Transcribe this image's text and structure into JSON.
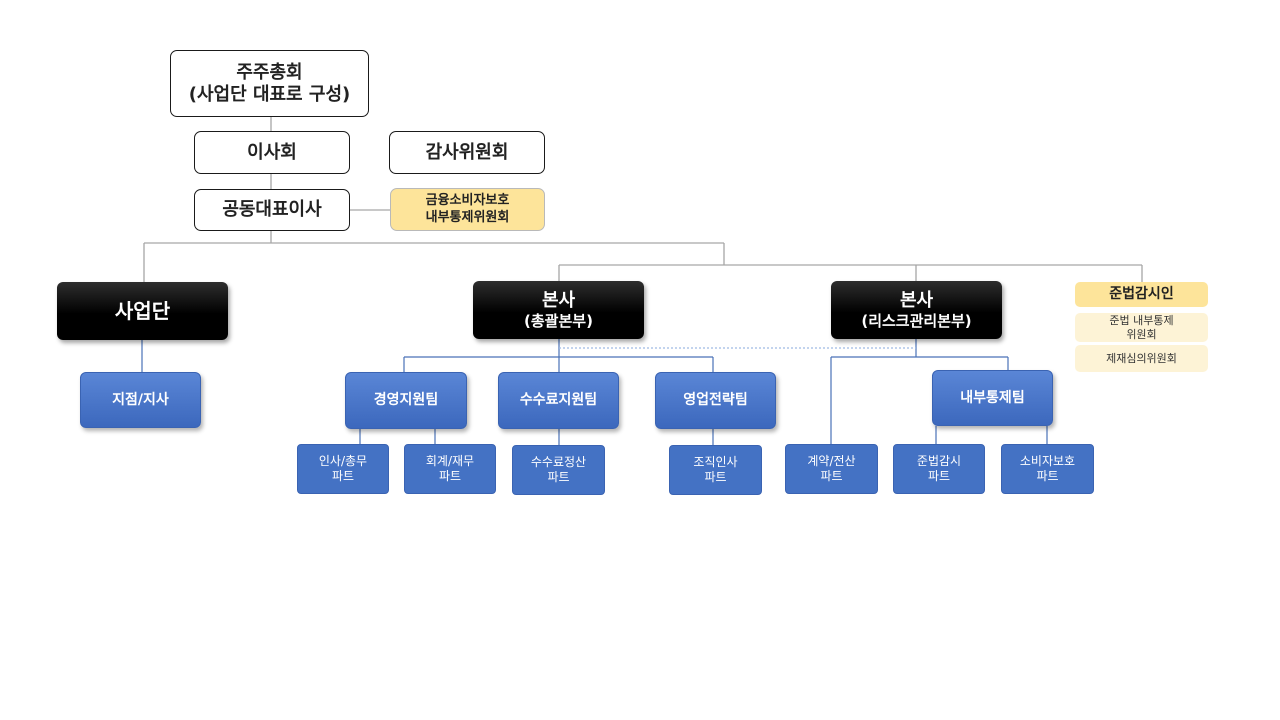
{
  "governance": {
    "shareholders_line1": "주주총회",
    "shareholders_line2": "(사업단 대표로 구성)",
    "board": "이사회",
    "audit_committee": "감사위원회",
    "co_ceo": "공동대표이사",
    "consumer_committee_line1": "금융소비자보호",
    "consumer_committee_line2": "내부통제위원회"
  },
  "divisions": {
    "business_unit": "사업단",
    "hq_general_title": "본사",
    "hq_general_sub": "(총괄본부)",
    "hq_risk_title": "본사",
    "hq_risk_sub": "(리스크관리본부)"
  },
  "compliance": {
    "title": "준법감시인",
    "item1_line1": "준법 내부통제",
    "item1_line2": "위원회",
    "item2": "제재심의위원회"
  },
  "teams": {
    "branch": "지점/지사",
    "management_support": "경영지원팀",
    "fee_support": "수수료지원팀",
    "sales_strategy": "영업전략팀",
    "internal_control": "내부통제팀"
  },
  "parts": {
    "hr_line1": "인사/총무",
    "hr_line2": "파트",
    "accounting_line1": "회계/재무",
    "accounting_line2": "파트",
    "fee_settlement_line1": "수수료정산",
    "fee_settlement_line2": "파트",
    "org_hr_line1": "조직인사",
    "org_hr_line2": "파트",
    "contract_it_line1": "계약/전산",
    "contract_it_line2": "파트",
    "compliance_audit_line1": "준법감시",
    "compliance_audit_line2": "파트",
    "consumer_protection_line1": "소비자보호",
    "consumer_protection_line2": "파트"
  },
  "colors": {
    "gray_connector": "#a6a6a6",
    "blue_connector": "#4a72b8",
    "team_blue": "#4472c4",
    "committee_yellow": "#fde49a"
  }
}
